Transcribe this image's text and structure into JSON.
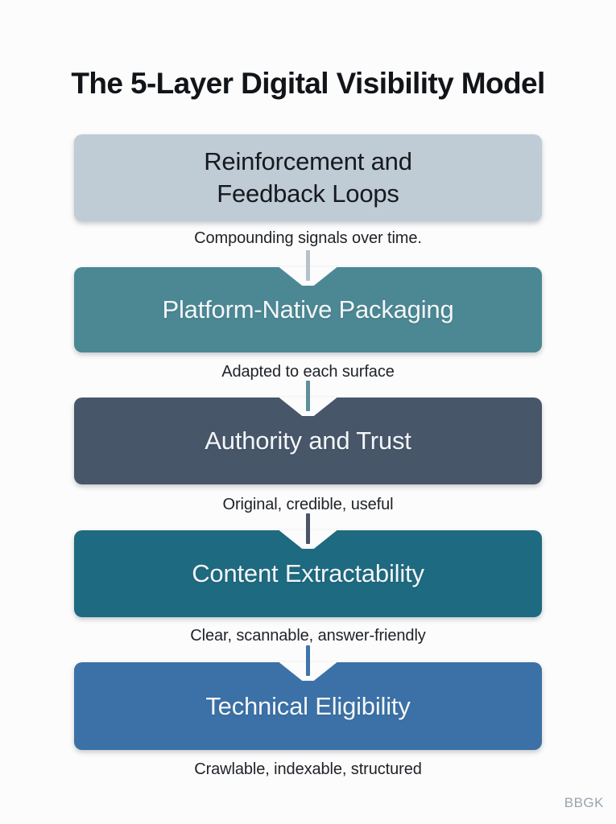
{
  "title": "The 5-Layer Digital Visibility Model",
  "watermark": "BBGK",
  "background_color": "#fcfcfc",
  "layers": [
    {
      "label": "Reinforcement and Feedback Loops",
      "lines": [
        "Reinforcement and",
        "Feedback Loops"
      ],
      "caption": "Compounding signals over time.",
      "bg": "#bfcbd5",
      "text_color": "#16191f",
      "connector_color": null
    },
    {
      "label": "Platform-Native Packaging",
      "lines": [
        "Platform-Native Packaging"
      ],
      "caption": "Adapted to each surface",
      "bg": "#4b8894",
      "text_color": "#f3f6f8",
      "connector_color": "#b7c1c9"
    },
    {
      "label": "Authority and Trust",
      "lines": [
        "Authority and Trust"
      ],
      "caption": "Original, credible, useful",
      "bg": "#475669",
      "text_color": "#f3f6f8",
      "connector_color": "#5e8e9a"
    },
    {
      "label": "Content Extractability",
      "lines": [
        "Content Extractability"
      ],
      "caption": "Clear, scannable, answer-friendly",
      "bg": "#1e6a81",
      "text_color": "#f3f6f8",
      "connector_color": "#4a5466"
    },
    {
      "label": "Technical Eligibility",
      "lines": [
        "Technical Eligibility"
      ],
      "caption": "Crawlable, indexable, structured",
      "bg": "#3b71a6",
      "text_color": "#f3f6f8",
      "connector_color": "#3f74a9"
    }
  ]
}
